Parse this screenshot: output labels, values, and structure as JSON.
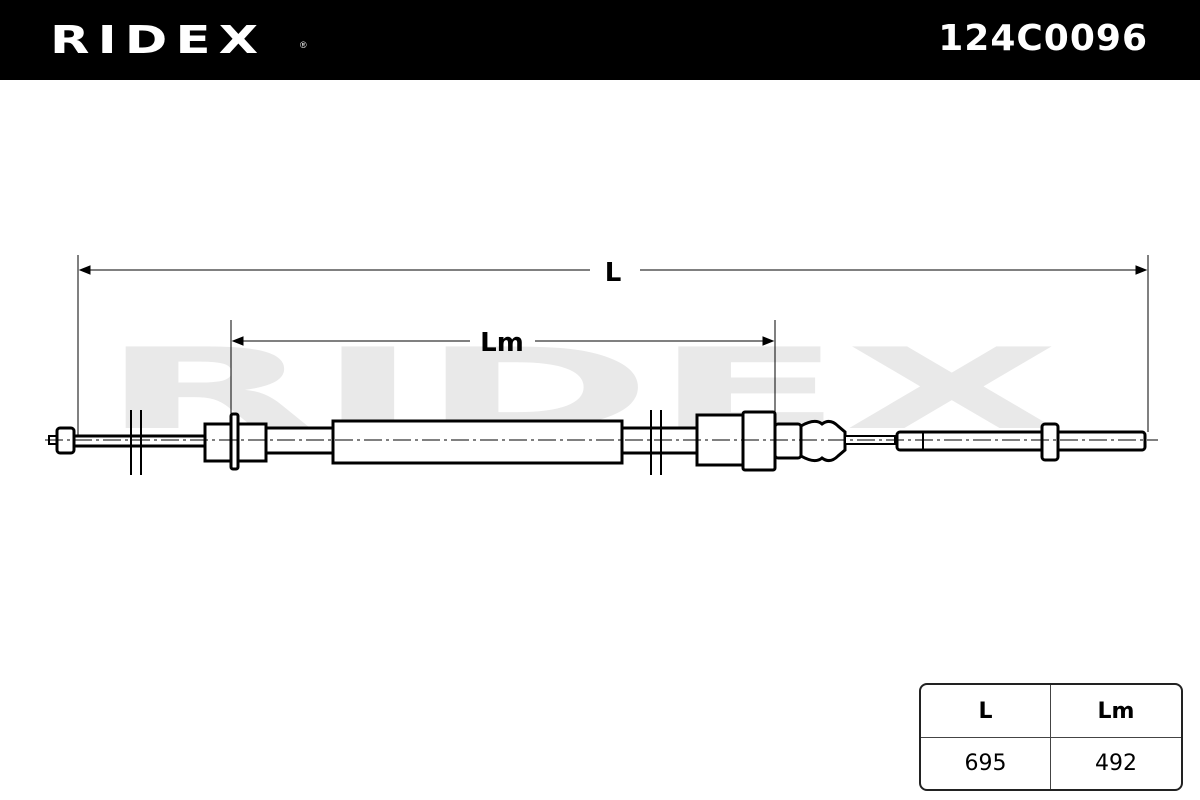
{
  "header": {
    "brand": "RIDEX",
    "registered": "®",
    "part_number": "124C0096"
  },
  "watermark": "RIDEX",
  "dimensions": {
    "overall_label": "L",
    "middle_label": "Lm"
  },
  "spec_table": {
    "headers": [
      "L",
      "Lm"
    ],
    "values": [
      "695",
      "492"
    ]
  },
  "colors": {
    "header_bg": "#000000",
    "watermark": "#e9e9e9",
    "line": "#000000"
  }
}
